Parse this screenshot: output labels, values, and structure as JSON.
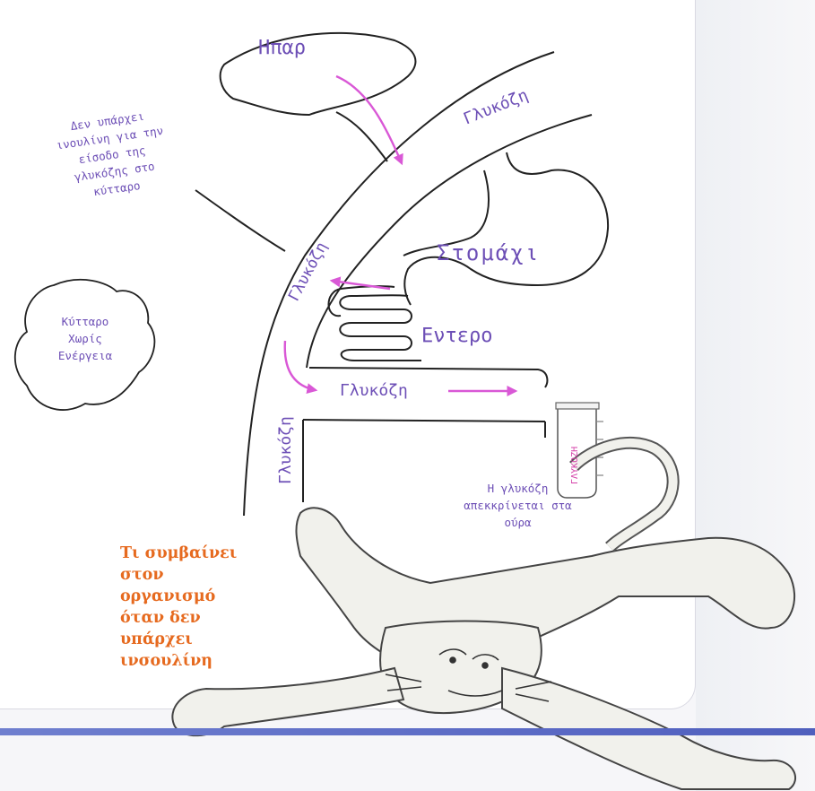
{
  "labels": {
    "liver": "Ηπαρ",
    "glucose_top": "Γλυκόζη",
    "glucose_diag": "Γλυκόζη",
    "stomach": "Στομάχι",
    "intestine": "Εντερο",
    "glucose_mid": "Γλυκόζη",
    "glucose_vertical": "Γλυκόζη",
    "tube": "ΓΛΥΚΟΖΗ"
  },
  "notes": {
    "no_insulin": [
      "Δεν υπάρχει",
      "ινουλίνη για την",
      "είσοδο της",
      "γλυκόζης στο",
      "κύτταρο"
    ],
    "cell": [
      "Κύτταρο",
      "Χωρίς",
      "Ενέργεια"
    ],
    "urine": [
      "Η γλυκόζη",
      "απεκκρίνεται στα",
      "ούρα"
    ]
  },
  "title_lines": [
    "Τι συμβαίνει",
    "στον οργανισμό",
    "όταν δεν υπάρχει",
    "ινσουλίνη"
  ],
  "colors": {
    "arrow": "#d958d6",
    "label": "#6d4fb6",
    "title": "#e66a1f",
    "band": "#5968c4"
  }
}
